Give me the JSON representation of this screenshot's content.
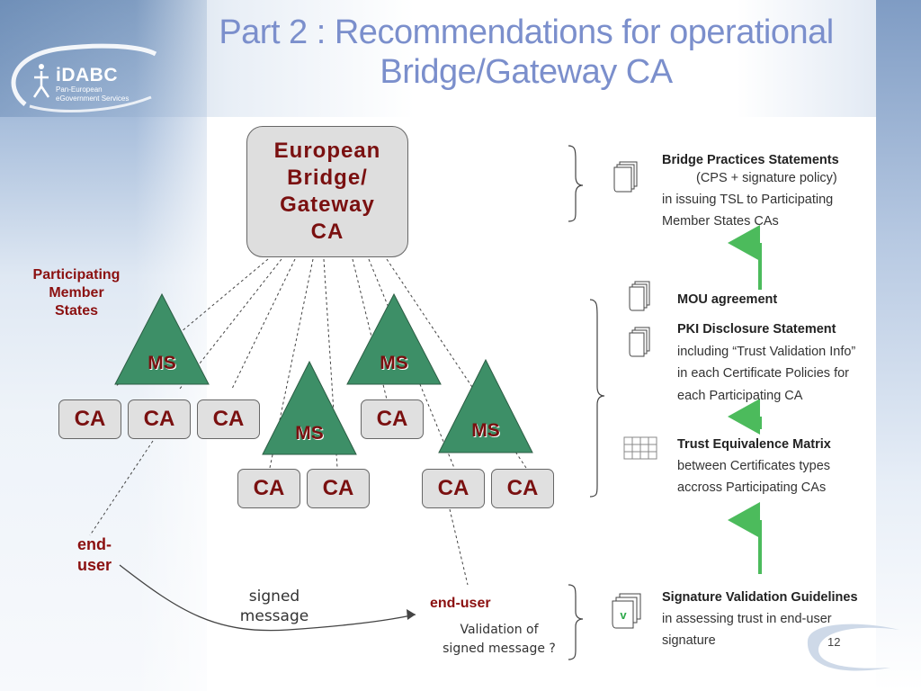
{
  "slide": {
    "title_line1": "Part 2 : Recommendations for operational",
    "title_line2": "Bridge/Gateway CA",
    "page_number": "12"
  },
  "logo": {
    "name": "iDABC",
    "sub1": "Pan-European",
    "sub2": "eGovernment Services"
  },
  "diagram": {
    "bridge_box": [
      "European",
      "Bridge/",
      "Gateway",
      "CA"
    ],
    "participating_label": [
      "Participating",
      "Member",
      "States"
    ],
    "ms_label": "MS",
    "ca_label": "CA",
    "end_user_left": [
      "end-",
      "user"
    ],
    "end_user_mid": "end-user",
    "signed_message": [
      "signed",
      "message"
    ],
    "validation": [
      "Validation of",
      "signed message ?"
    ]
  },
  "right_panel": {
    "bps": {
      "title": "Bridge Practices Statements",
      "line1": "(CPS + signature policy)",
      "line2": "in issuing TSL to Participating",
      "line3": "Member States CAs"
    },
    "mou": {
      "title": "MOU agreement"
    },
    "pki": {
      "title": "PKI Disclosure Statement",
      "line1": "including “Trust Validation Info”",
      "line2": "in each Certificate Policies for",
      "line3": "each Participating CA"
    },
    "tem": {
      "title": "Trust Equivalence Matrix",
      "line1": "between Certificates types",
      "line2": "accross Participating CAs"
    },
    "svg": {
      "title": "Signature Validation Guidelines",
      "line1": "in assessing trust  in end-user",
      "line2": "signature",
      "check_mark": "v"
    }
  },
  "colors": {
    "title": "#7b8fcc",
    "dark_red": "#7a1010",
    "triangle_green": "#3d8f67",
    "arrow_green": "#4cbb5c"
  }
}
